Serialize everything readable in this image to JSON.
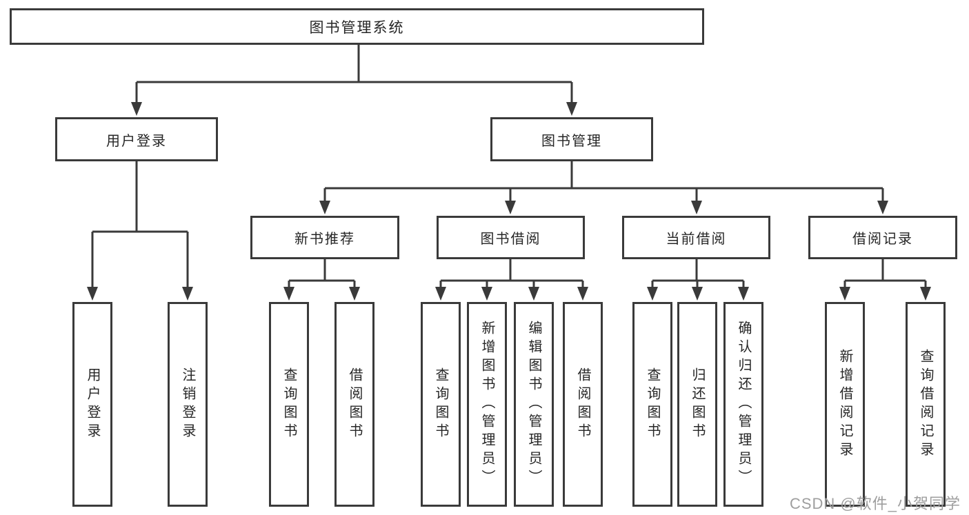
{
  "colors": {
    "line": "#3a3a3a",
    "border": "#3a3a3a",
    "text": "#262626",
    "watermark": "#9e9e9e",
    "background": "#ffffff"
  },
  "watermark": {
    "text": "CSDN @软件_小贺同学"
  },
  "tree": {
    "root": {
      "label": "图书管理系统"
    },
    "branches": [
      {
        "label": "用户登录",
        "children": [
          {
            "label": "用户登录"
          },
          {
            "label": "注销登录"
          }
        ]
      },
      {
        "label": "图书管理",
        "children": [
          {
            "label": "新书推荐",
            "children": [
              {
                "label": "查询图书"
              },
              {
                "label": "借阅图书"
              }
            ]
          },
          {
            "label": "图书借阅",
            "children": [
              {
                "label": "查询图书"
              },
              {
                "label": "新增图书（管理员）"
              },
              {
                "label": "编辑图书（管理员）"
              },
              {
                "label": "借阅图书"
              }
            ]
          },
          {
            "label": "当前借阅",
            "children": [
              {
                "label": "查询图书"
              },
              {
                "label": "归还图书"
              },
              {
                "label": "确认归还（管理员）"
              }
            ]
          },
          {
            "label": "借阅记录",
            "children": [
              {
                "label": "新增借阅记录"
              },
              {
                "label": "查询借阅记录"
              }
            ]
          }
        ]
      }
    ]
  }
}
